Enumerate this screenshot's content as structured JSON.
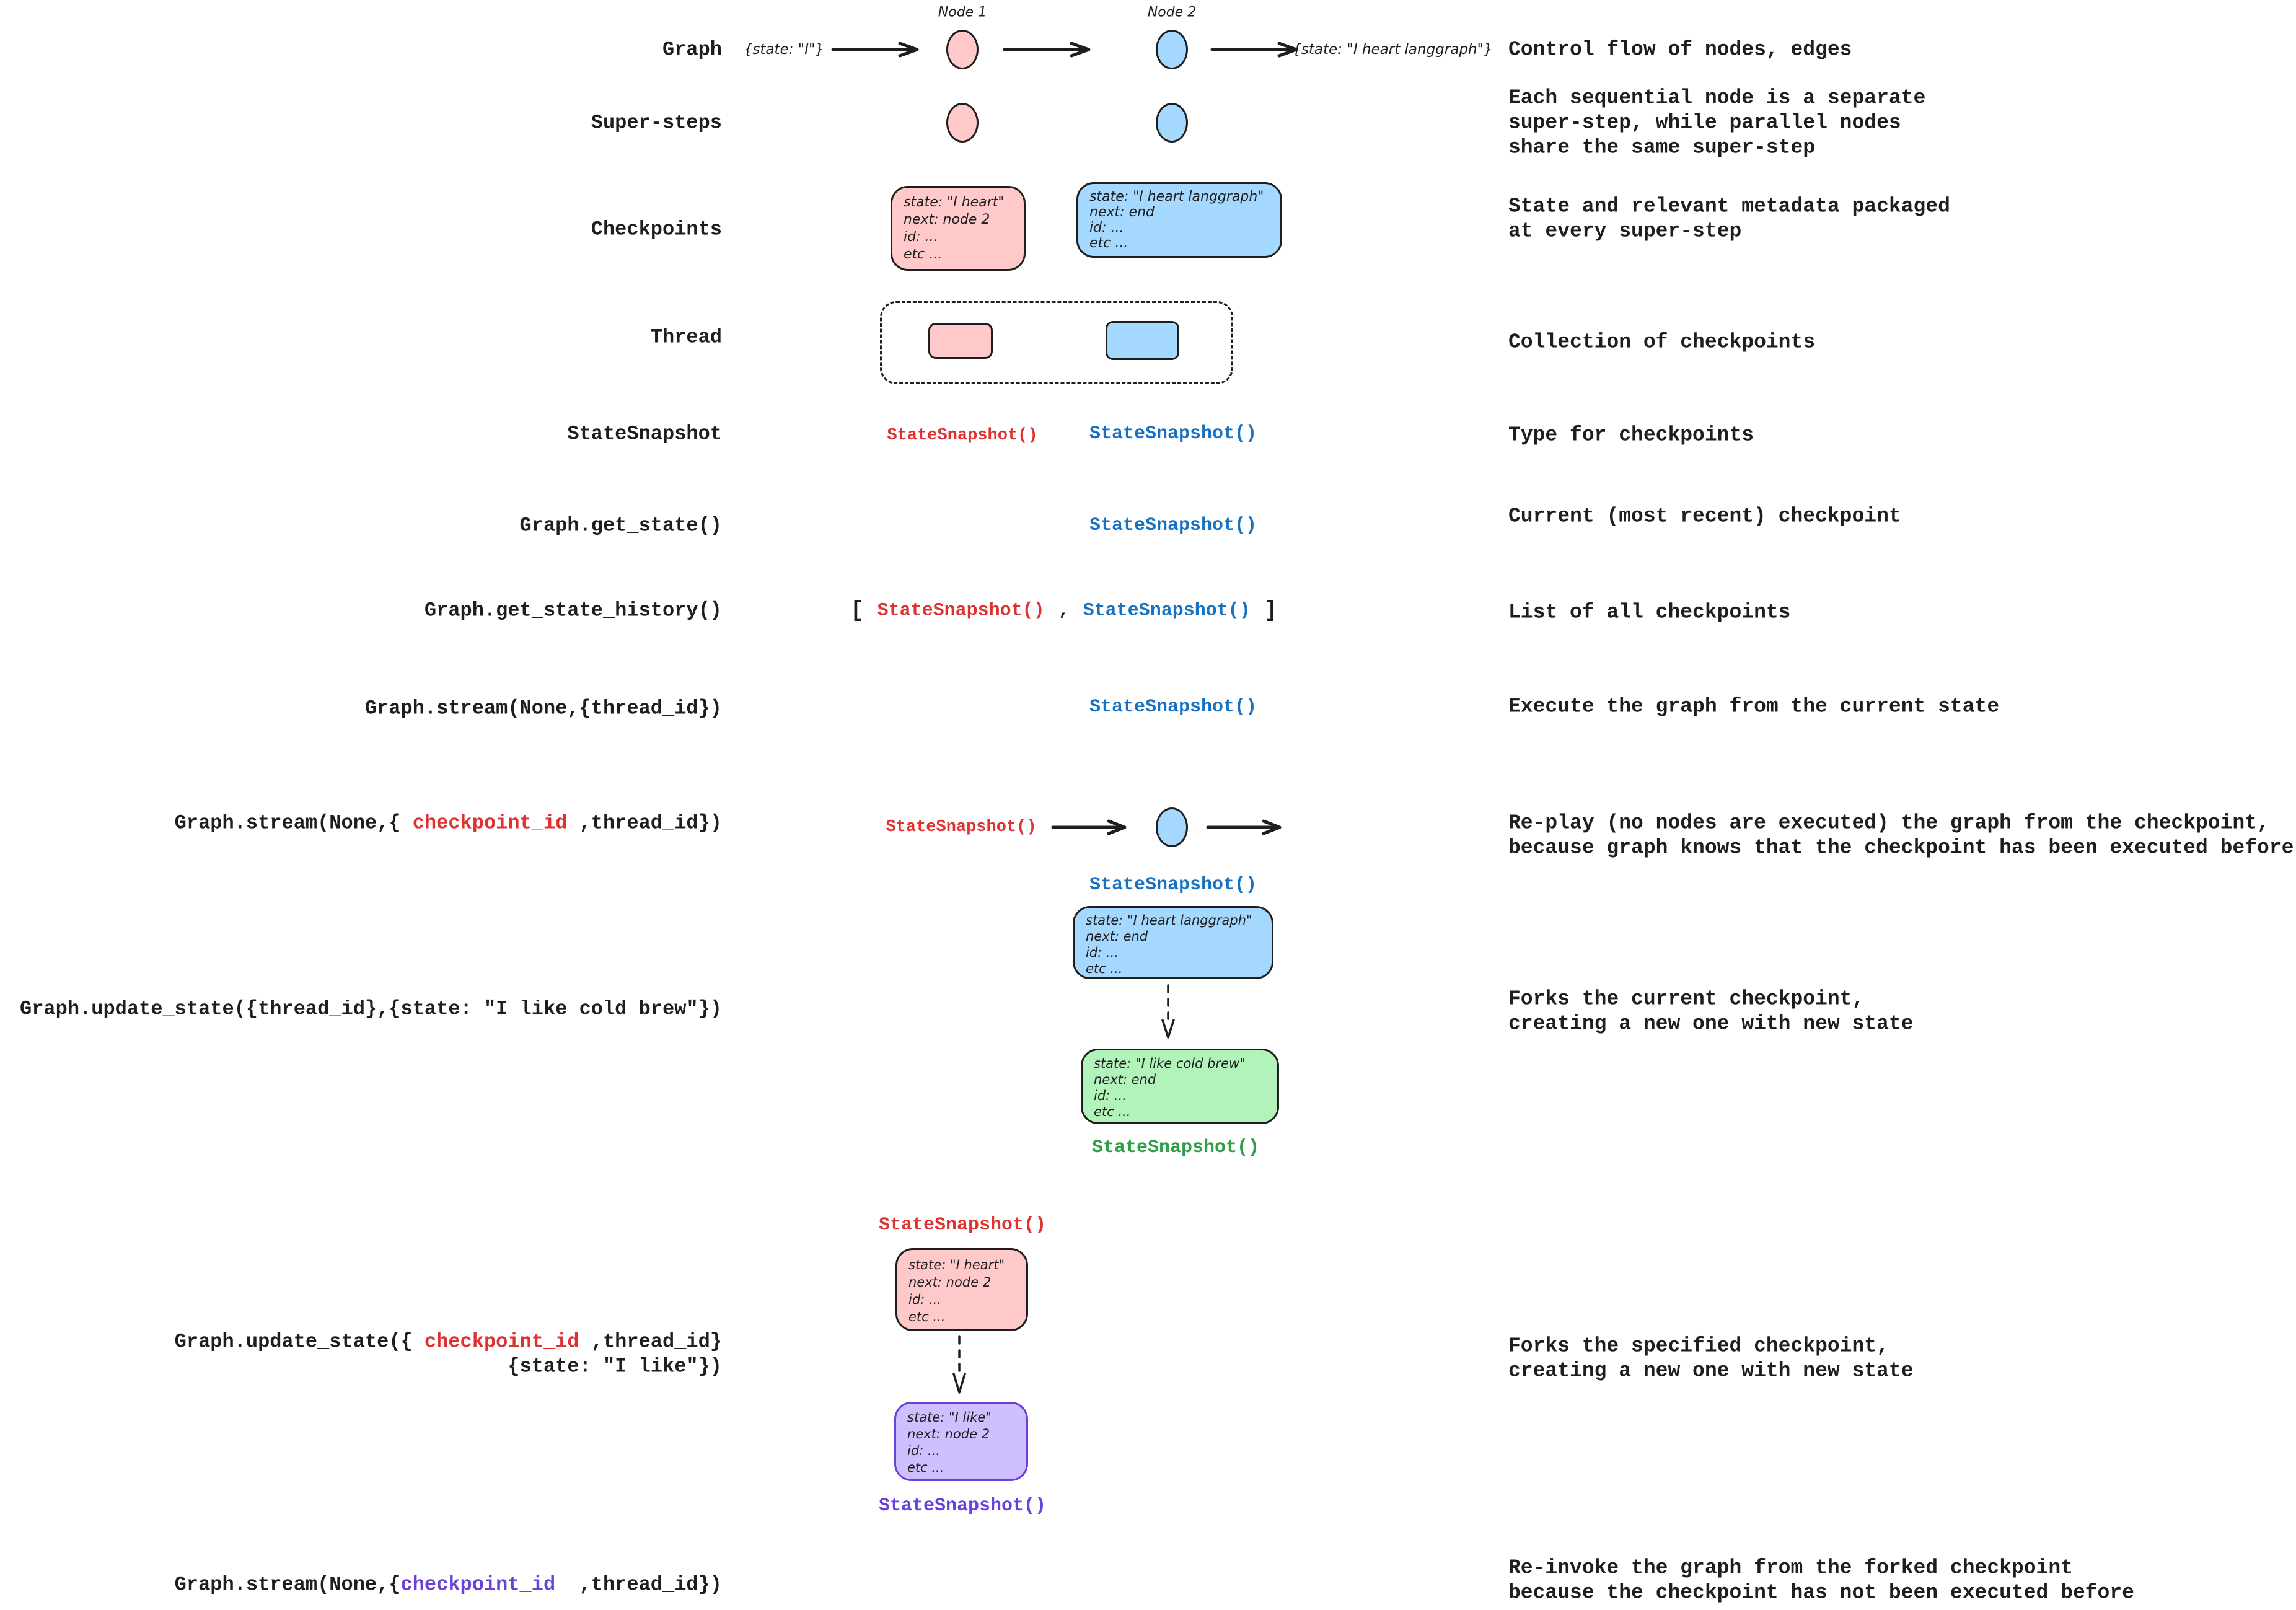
{
  "colors": {
    "ink": "#1e1e1e",
    "pink_fill": "#ffc9c9",
    "blue_fill": "#a5d8ff",
    "green_fill": "#b2f2bb",
    "purple_fill": "#d0bfff",
    "red_text": "#e03131",
    "blue_text": "#1971c2",
    "green_text": "#2f9e44",
    "purple_text": "#6741d9"
  },
  "left": {
    "graph": "Graph",
    "super_steps": "Super-steps",
    "checkpoints": "Checkpoints",
    "thread": "Thread",
    "state_snapshot": "StateSnapshot",
    "get_state": "Graph.get_state()",
    "get_state_history": "Graph.get_state_history()",
    "stream_thread": "Graph.stream(None,{thread_id})",
    "stream_ckpt_pre": "Graph.stream(None,{ ",
    "stream_ckpt_red": "checkpoint_id",
    "stream_ckpt_post": " ,thread_id})",
    "update_thread": "Graph.update_state({thread_id},{state: \"I like cold brew\"})",
    "update_ckpt_pre": "Graph.update_state({ ",
    "update_ckpt_red": "checkpoint_id",
    "update_ckpt_post": " ,thread_id}",
    "update_ckpt_line2": "{state: \"I like\"})",
    "stream_forked_pre": "Graph.stream(None,{",
    "stream_forked_purple": "checkpoint_id",
    "stream_forked_post": "  ,thread_id})"
  },
  "right": {
    "r1": "Control flow of nodes, edges",
    "r2a": "Each sequential node is a separate",
    "r2b": "super-step, while parallel nodes",
    "r2c": "share the same super-step",
    "r3a": "State and relevant metadata packaged",
    "r3b": "at every super-step",
    "r4": "Collection of checkpoints",
    "r5": "Type for checkpoints",
    "r6": "Current (most recent) checkpoint",
    "r7": "List of all checkpoints",
    "r8": "Execute the graph from the current state",
    "r9a": "Re-play (no nodes are executed) the graph from the checkpoint,",
    "r9b": "because graph knows that the checkpoint has been executed before",
    "r10a": "Forks the current checkpoint,",
    "r10b": "creating a new one with new state",
    "r11a": "Forks the specified checkpoint,",
    "r11b": "creating a new one with new state",
    "r12a": "Re-invoke the graph from the forked checkpoint",
    "r12b": "because the checkpoint has not been executed before"
  },
  "mid": {
    "node1": "Node 1",
    "node2": "Node 2",
    "state_in": "{state: \"I\"}",
    "state_out": "{state: \"I heart langgraph\"}",
    "ss": "StateSnapshot()",
    "bracket_open": "[",
    "comma": ",",
    "bracket_close": "]",
    "cp_pink": [
      "state: \"I heart\"",
      "next: node 2",
      "id: ...",
      "etc ..."
    ],
    "cp_blue": [
      "state: \"I heart langgraph\"",
      "next: end",
      "id: ...",
      "etc ..."
    ],
    "cp_green": [
      "state: \"I like cold brew\"",
      "next: end",
      "id: ...",
      "etc ..."
    ],
    "cp_purple": [
      "state: \"I like\"",
      "next: node 2",
      "id: ...",
      "etc ..."
    ]
  }
}
